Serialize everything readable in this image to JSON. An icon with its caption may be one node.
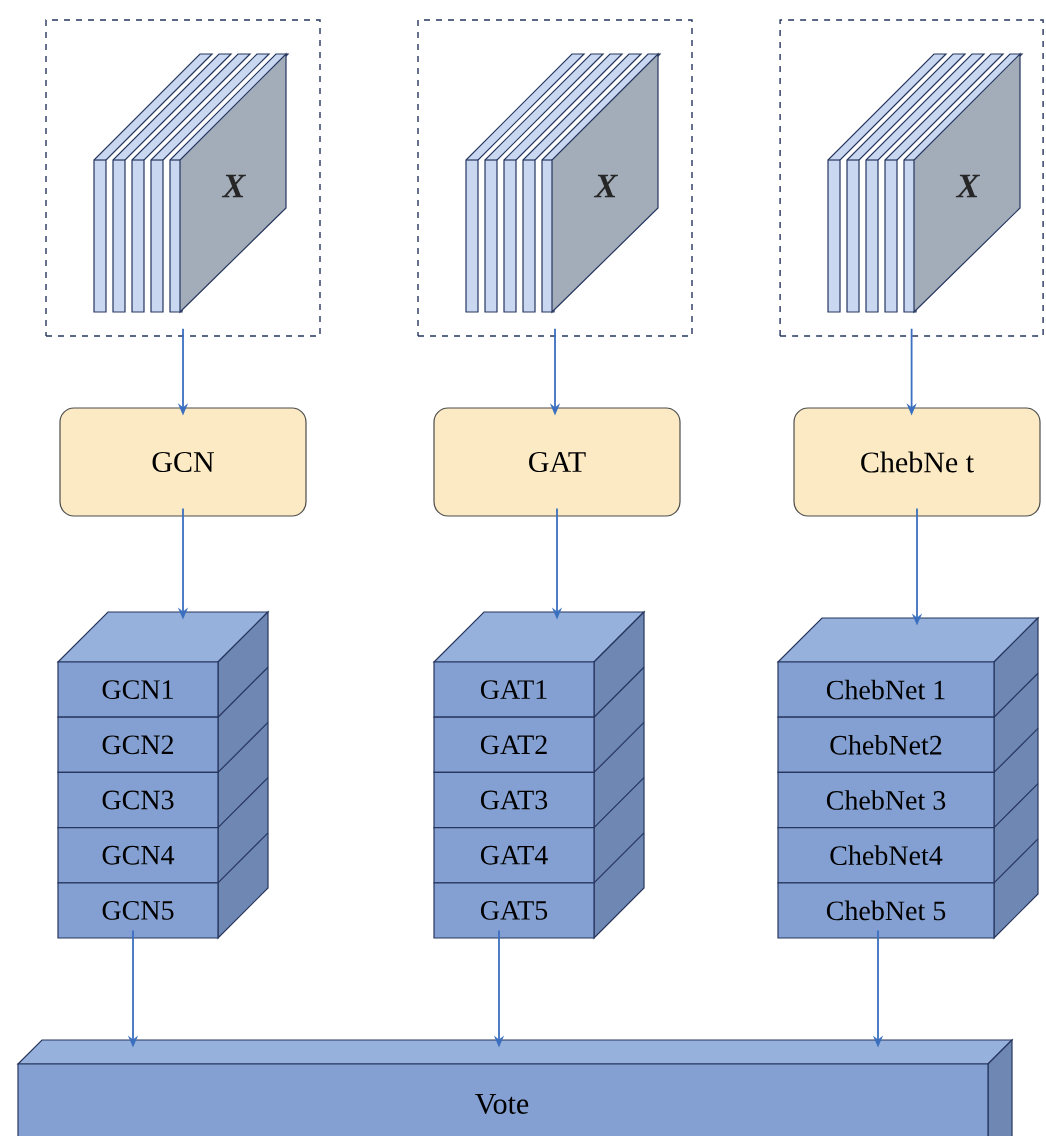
{
  "diagram": {
    "nodes": [
      {
        "text": [
          "X"
        ]
      },
      {
        "text": [
          "X"
        ]
      },
      {
        "text": [
          "X"
        ]
      },
      {
        "text": [
          "GCN"
        ]
      },
      {
        "text": [
          "GAT"
        ]
      },
      {
        "text": [
          "ChebNe t"
        ]
      },
      {
        "text": [
          "GCN1",
          "GCN2",
          "GCN3",
          "GCN4",
          "GCN5"
        ]
      },
      {
        "text": [
          "GAT1",
          "GAT2",
          "GAT3",
          "GAT4",
          "GAT5"
        ]
      },
      {
        "text": [
          "ChebNet 1",
          "ChebNet2",
          "ChebNet 3",
          "ChebNet4",
          "ChebNet 5"
        ]
      },
      {
        "text": [
          "Vote"
        ]
      }
    ],
    "edges": [
      {
        "from": 0,
        "to": 3,
        "arrow": "to"
      },
      {
        "from": 1,
        "to": 4,
        "arrow": "to"
      },
      {
        "from": 2,
        "to": 5,
        "arrow": "to"
      },
      {
        "from": 3,
        "to": 6,
        "arrow": "to"
      },
      {
        "from": 4,
        "to": 7,
        "arrow": "to"
      },
      {
        "from": 5,
        "to": 8,
        "arrow": "to"
      },
      {
        "from": 6,
        "to": 9,
        "arrow": "to"
      },
      {
        "from": 7,
        "to": 9,
        "arrow": "to"
      },
      {
        "from": 8,
        "to": 9,
        "arrow": "to"
      }
    ]
  }
}
